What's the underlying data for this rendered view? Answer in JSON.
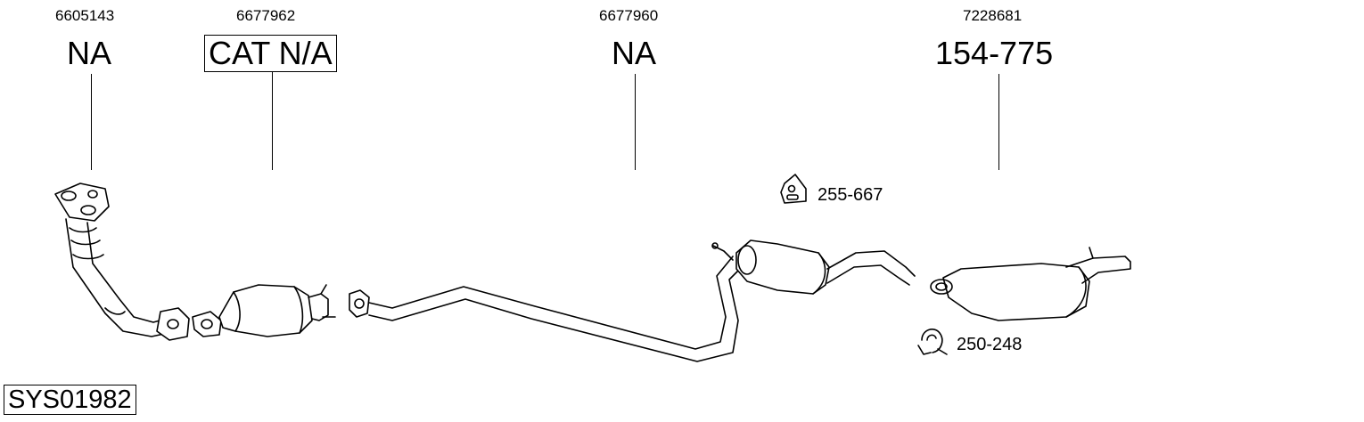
{
  "parts": [
    {
      "oem": "6605143",
      "ref": "NA",
      "boxed": false
    },
    {
      "oem": "6677962",
      "ref": "CAT N/A",
      "boxed": true
    },
    {
      "oem": "6677960",
      "ref": "NA",
      "boxed": false
    },
    {
      "oem": "7228681",
      "ref": "154-775",
      "boxed": false
    }
  ],
  "accessories": [
    {
      "code": "255-667",
      "icon": "rubber-hanger-icon"
    },
    {
      "code": "250-248",
      "icon": "clamp-icon"
    }
  ],
  "system_code": "SYS01982"
}
